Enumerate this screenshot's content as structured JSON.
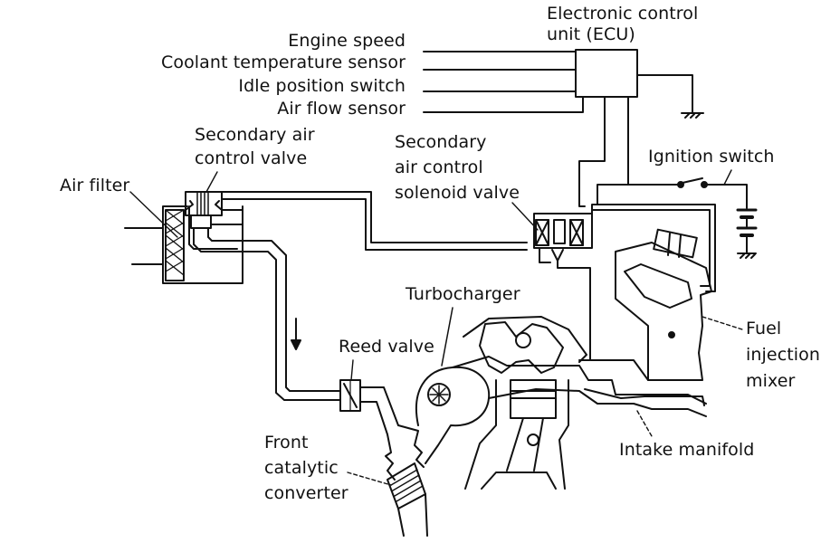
{
  "labels": {
    "ecu_line1": "Electronic control",
    "ecu_line2": "unit (ECU)",
    "engine_speed": "Engine speed",
    "coolant_sensor": "Coolant temperature sensor",
    "idle_switch": "Idle position switch",
    "air_flow_sensor": "Air flow sensor",
    "sec_air_valve_line1": "Secondary air",
    "sec_air_valve_line2": "control valve",
    "solenoid_line1": "Secondary",
    "solenoid_line2": "air control",
    "solenoid_line3": "solenoid valve",
    "ignition_switch": "Ignition switch",
    "air_filter": "Air filter",
    "turbocharger": "Turbocharger",
    "reed_valve": "Reed valve",
    "fuel_line1": "Fuel",
    "fuel_line2": "injection",
    "fuel_line3": "mixer",
    "intake_manifold": "Intake manifold",
    "catalytic_line1": "Front",
    "catalytic_line2": "catalytic",
    "catalytic_line3": "converter"
  },
  "colors": {
    "ink": "#111111",
    "paper": "#ffffff"
  }
}
